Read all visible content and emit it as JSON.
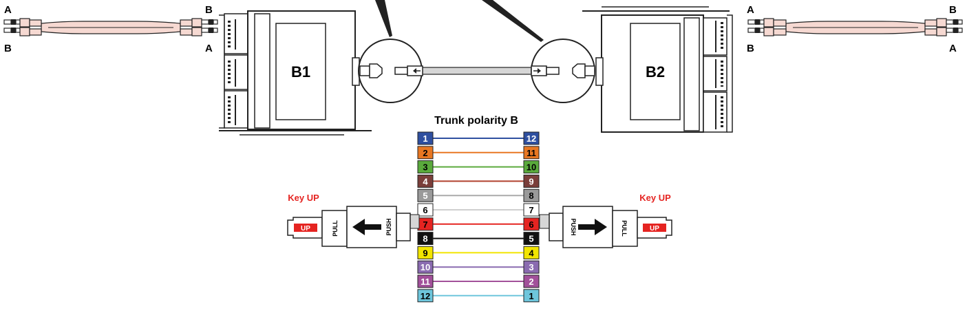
{
  "duplex_left": {
    "top_left": "A",
    "top_right": "B",
    "bottom_left": "B",
    "bottom_right": "A"
  },
  "duplex_right": {
    "top_left": "A",
    "top_right": "B",
    "bottom_left": "B",
    "bottom_right": "A"
  },
  "cassette_left": {
    "label": "B1"
  },
  "cassette_right": {
    "label": "B2"
  },
  "trunk": {
    "title": "Trunk polarity B",
    "fibers": [
      {
        "left": "1",
        "right": "12",
        "left_color": "#2e4fa0",
        "right_color": "#2e4fa0",
        "line_color": "#2e4fa0",
        "left_text": "#ffffff",
        "right_text": "#ffffff"
      },
      {
        "left": "2",
        "right": "11",
        "left_color": "#e87722",
        "right_color": "#e87722",
        "line_color": "#e87722",
        "left_text": "#000000",
        "right_text": "#000000"
      },
      {
        "left": "3",
        "right": "10",
        "left_color": "#5aaa3c",
        "right_color": "#5aaa3c",
        "line_color": "#5aaa3c",
        "left_text": "#000000",
        "right_text": "#000000"
      },
      {
        "left": "4",
        "right": "9",
        "left_color": "#7a3e3a",
        "right_color": "#7a3e3a",
        "line_color": "#b0402e",
        "left_text": "#ffffff",
        "right_text": "#ffffff"
      },
      {
        "left": "5",
        "right": "8",
        "left_color": "#9a9a9a",
        "right_color": "#9a9a9a",
        "line_color": "#aaaaaa",
        "left_text": "#ffffff",
        "right_text": "#000000"
      },
      {
        "left": "6",
        "right": "7",
        "left_color": "#ffffff",
        "right_color": "#ffffff",
        "line_color": "#cfcfcf",
        "left_text": "#000000",
        "right_text": "#000000"
      },
      {
        "left": "7",
        "right": "6",
        "left_color": "#e52421",
        "right_color": "#e52421",
        "line_color": "#e52421",
        "left_text": "#000000",
        "right_text": "#000000"
      },
      {
        "left": "8",
        "right": "5",
        "left_color": "#111111",
        "right_color": "#111111",
        "line_color": "#111111",
        "left_text": "#ffffff",
        "right_text": "#ffffff"
      },
      {
        "left": "9",
        "right": "4",
        "left_color": "#f2e500",
        "right_color": "#f2e500",
        "line_color": "#f2e500",
        "left_text": "#000000",
        "right_text": "#000000"
      },
      {
        "left": "10",
        "right": "3",
        "left_color": "#8a6bb0",
        "right_color": "#8a6bb0",
        "line_color": "#8a6bb0",
        "left_text": "#ffffff",
        "right_text": "#ffffff"
      },
      {
        "left": "11",
        "right": "2",
        "left_color": "#a2509a",
        "right_color": "#a2509a",
        "line_color": "#a2509a",
        "left_text": "#ffffff",
        "right_text": "#ffffff"
      },
      {
        "left": "12",
        "right": "1",
        "left_color": "#6ec6dc",
        "right_color": "#6ec6dc",
        "line_color": "#6ec6dc",
        "left_text": "#000000",
        "right_text": "#000000"
      }
    ]
  },
  "connector_left": {
    "key_label": "Key UP",
    "up_tag": "UP",
    "pull_label": "PULL",
    "push_label": "PUSH"
  },
  "connector_right": {
    "key_label": "Key UP",
    "up_tag": "UP",
    "pull_label": "PULL",
    "push_label": "PUSH"
  },
  "colors": {
    "accent_red": "#e52421",
    "cable_pink": "#f6d9d2",
    "cable_gray": "#d6d6d6"
  }
}
